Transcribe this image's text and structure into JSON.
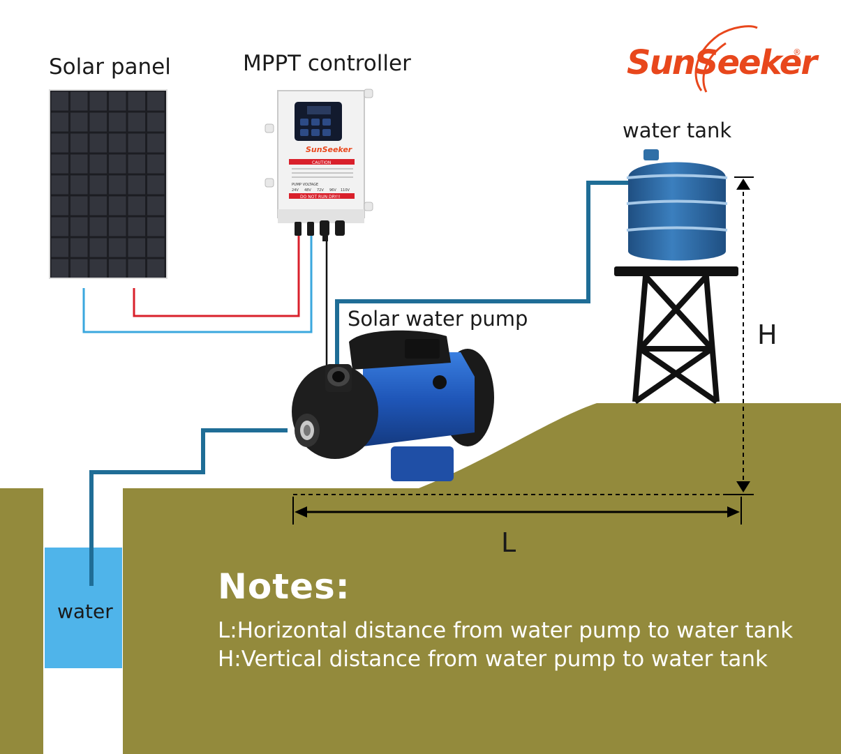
{
  "labels": {
    "solar_panel": "Solar panel",
    "mppt_controller": "MPPT controller",
    "water_tank": "water tank",
    "solar_water_pump": "Solar water pump",
    "water": "water",
    "dimension_h": "H",
    "dimension_l": "L"
  },
  "brand": {
    "name": "SunSeeker",
    "registered": "®"
  },
  "controller": {
    "brand": "SunSeeker",
    "caution": "CAUTION",
    "pump_voltage": "PUMP VOLTAGE",
    "voltages": [
      "24V",
      "48V",
      "72V",
      "96V",
      "110V"
    ],
    "warning": "DO NOT RUN DRY!!"
  },
  "notes": {
    "title": "Notes:",
    "l_definition": "L:Horizontal distance from water pump to water tank",
    "h_definition": "H:Vertical distance from water pump to water tank"
  },
  "colors": {
    "ground": "#938a3c",
    "water": "#4fb4ea",
    "pipe": "#1f6d96",
    "wire_red": "#d9202b",
    "wire_blue": "#3aa7de",
    "tank_blue": "#2f6fa7",
    "brand_orange": "#e8471c"
  }
}
